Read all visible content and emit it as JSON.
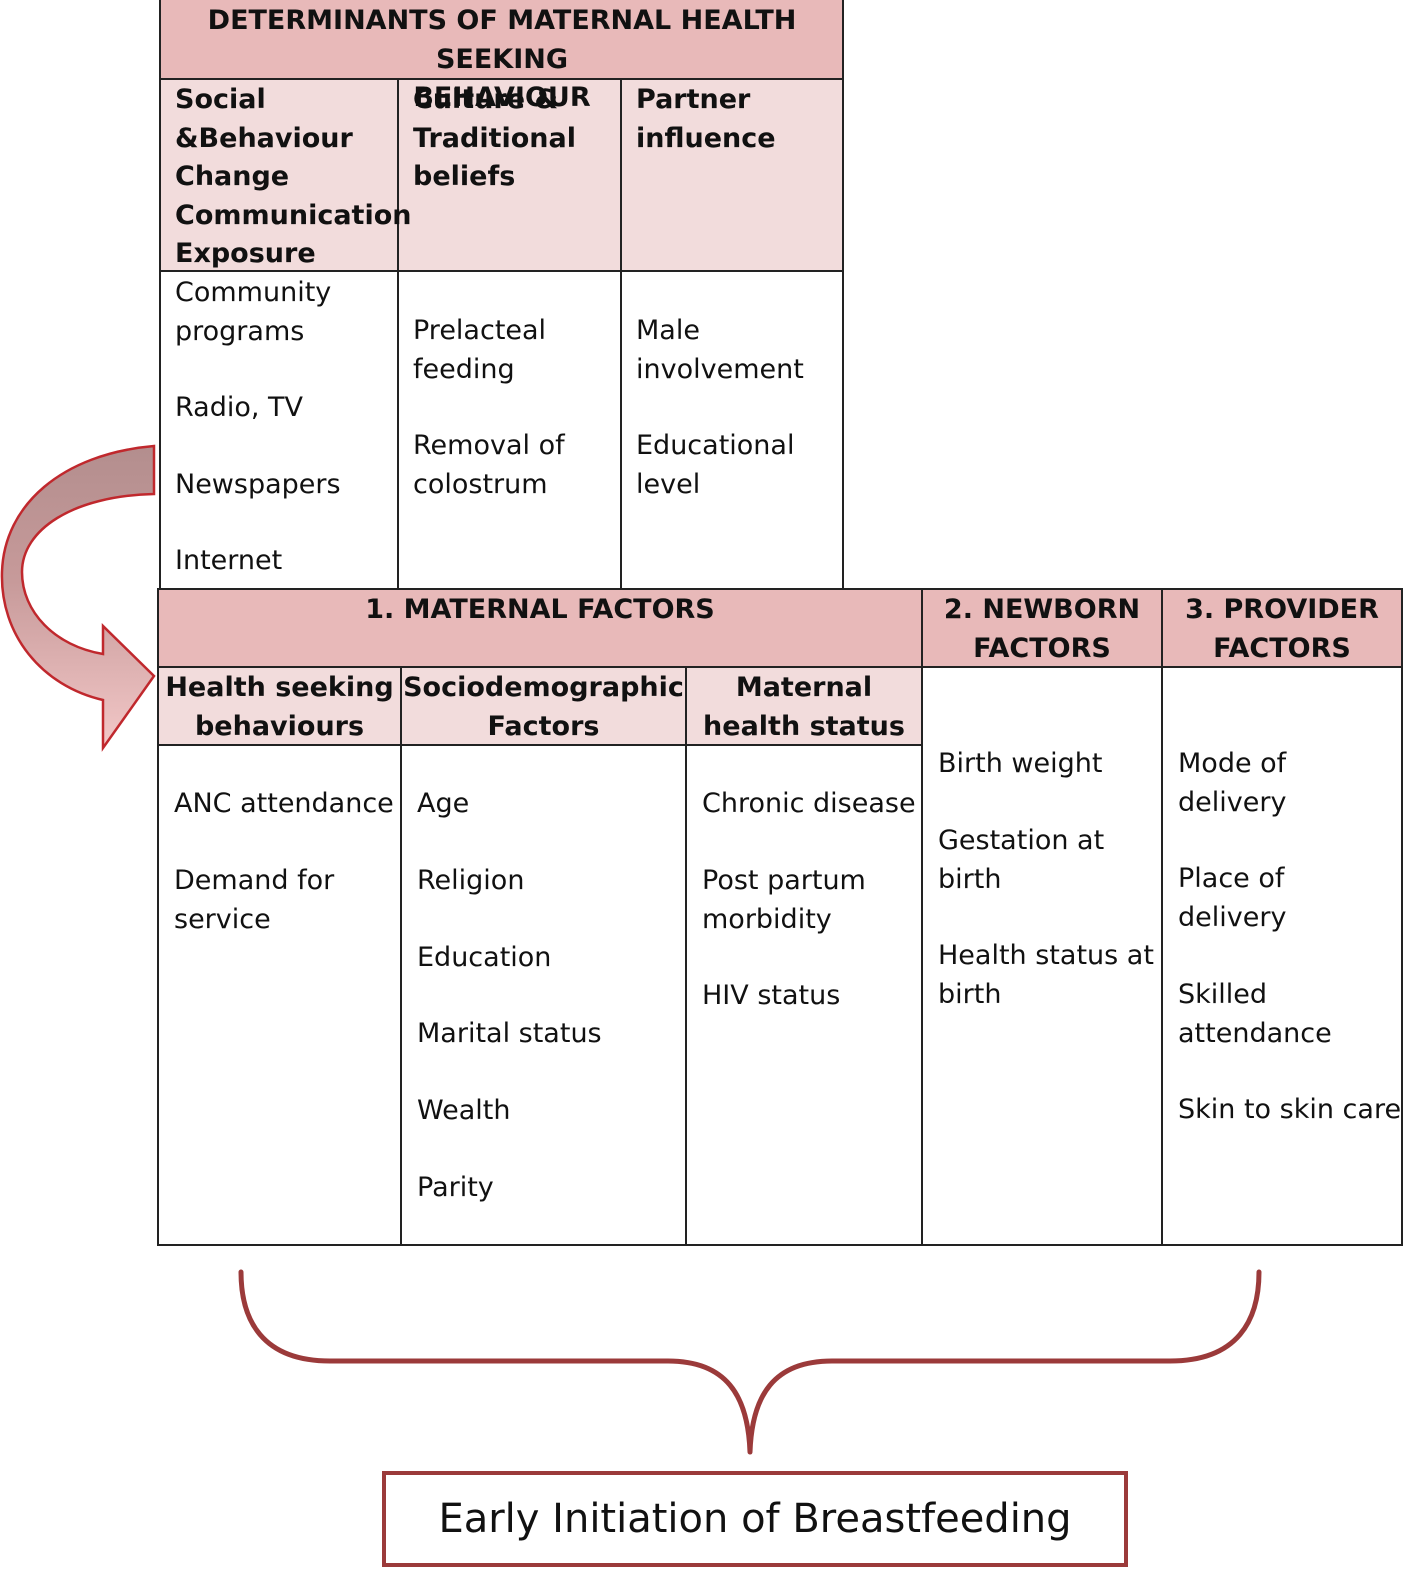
{
  "top_table": {
    "title": "DETERMINANTS OF MATERNAL HEALTH SEEKING\nBEHAVIOUR",
    "columns": [
      {
        "heading": "Social\n&Behaviour\nChange\nCommunication\nExposure",
        "items": [
          "Community\nprograms",
          "Radio,  TV",
          "Newspapers",
          "Internet"
        ]
      },
      {
        "heading": "Culture &\nTraditional\nbeliefs",
        "items": [
          "Prelacteal\nfeeding",
          "Removal of\ncolostrum"
        ]
      },
      {
        "heading": "Partner\ninfluence",
        "items": [
          "Male\ninvolvement",
          "Educational\nlevel"
        ]
      }
    ]
  },
  "bottom_table": {
    "maternal": {
      "title": "1. MATERNAL FACTORS",
      "columns": [
        {
          "heading": "Health seeking\nbehaviours",
          "items": [
            "ANC attendance",
            "Demand for\nservice"
          ]
        },
        {
          "heading": "Sociodemographic\nFactors",
          "items": [
            "Age",
            "Religion",
            "Education",
            "Marital status",
            "Wealth",
            "Parity"
          ]
        },
        {
          "heading": "Maternal\nhealth status",
          "items": [
            "Chronic disease",
            "Post partum\nmorbidity",
            "HIV status"
          ]
        }
      ]
    },
    "newborn": {
      "title": "2. NEWBORN\nFACTORS",
      "items": [
        "Birth weight",
        "Gestation at\nbirth",
        "Health status at\nbirth"
      ]
    },
    "provider": {
      "title": "3. PROVIDER\nFACTORS",
      "items": [
        "Mode of\ndelivery",
        "Place of\ndelivery",
        "Skilled\nattendance",
        "Skin to skin care"
      ]
    }
  },
  "outcome": {
    "label": "Early Initiation of Breastfeeding"
  },
  "colors": {
    "header_dark": "#e8b9b9",
    "header_light": "#f2dcdc",
    "accent": "#9b3a3a",
    "arrow_outline": "#c0282d"
  }
}
